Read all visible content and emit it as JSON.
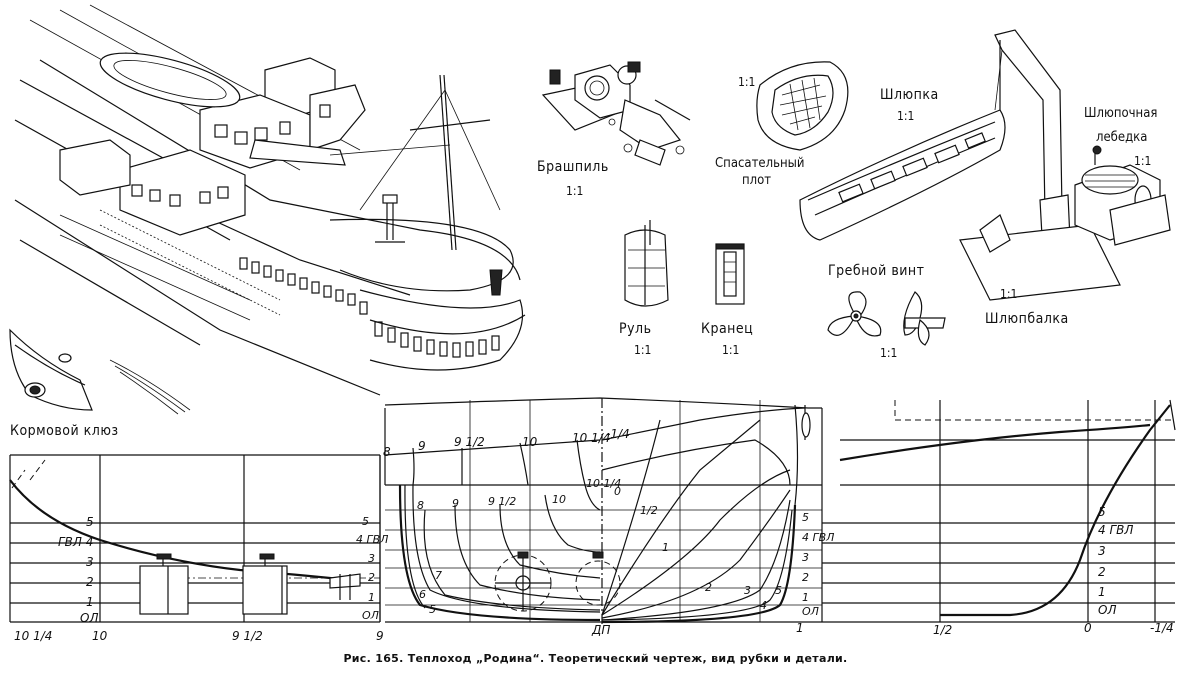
{
  "details": {
    "brashpil": {
      "name": "Брашпиль",
      "scale": "1:1"
    },
    "raft": {
      "name_line1": "Спасательный",
      "name_line2": "плот",
      "scale": "1:1"
    },
    "boat": {
      "name": "Шлюпка",
      "scale": "1:1"
    },
    "winch": {
      "name_line1": "Шлюпочная",
      "name_line2": "лебедка",
      "scale": "1:1"
    },
    "davit": {
      "name": "Шлюпбалка",
      "scale": "1:1"
    },
    "propeller": {
      "name": "Гребной винт",
      "scale": "1:1"
    },
    "rudder": {
      "name": "Руль",
      "scale": "1:1"
    },
    "fender": {
      "name": "Кранец",
      "scale": "1:1"
    },
    "stern_hawse": {
      "name": "Кормовой клюз"
    }
  },
  "lines_drawing": {
    "left_profile": {
      "waterlines": [
        "5",
        "ГВЛ 4",
        "3",
        "2",
        "1",
        "ОЛ"
      ],
      "stations": [
        "10 1/4",
        "10",
        "9 1/2",
        "9"
      ]
    },
    "body_plan_stern": {
      "waterlines": [
        "5",
        "4 ГВЛ",
        "3",
        "2",
        "1",
        "ОЛ"
      ],
      "top_labels": [
        "8",
        "9",
        "9 1/2",
        "10",
        "10 1/4"
      ],
      "section_labels": [
        "8",
        "9",
        "9 1/2",
        "10",
        "10 1/4",
        "7",
        "6",
        "5"
      ]
    },
    "body_plan_bow": {
      "top_label": "-1/4",
      "section_labels": [
        "0",
        "1/2",
        "1",
        "2",
        "3",
        "4",
        "5"
      ]
    },
    "center_label": "ДП",
    "right_profile": {
      "waterlines": [
        "5",
        "4 ГВЛ",
        "3",
        "2",
        "1",
        "ОЛ"
      ],
      "waterlines_left": [
        "5",
        "4 ГВЛ",
        "3",
        "2",
        "1",
        "ОЛ"
      ],
      "stations": [
        "1",
        "1/2",
        "0",
        "-1/4"
      ]
    }
  },
  "caption": "Рис. 165. Теплоход „Родина“. Теоретический чертеж, вид рубки и детали."
}
